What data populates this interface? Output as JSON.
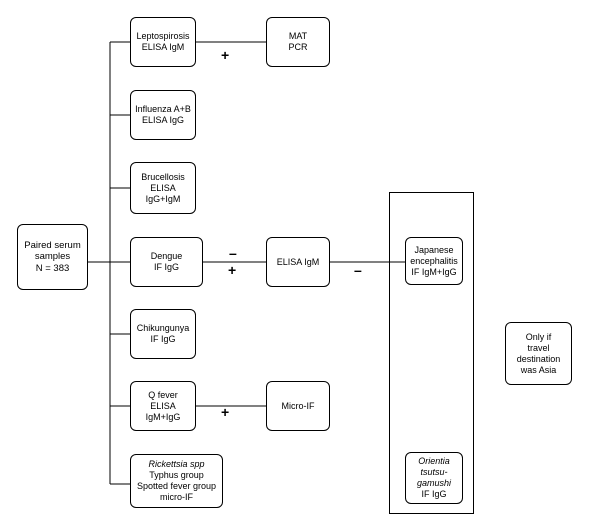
{
  "root": {
    "lines": [
      "Paired serum",
      "samples",
      "N = 383"
    ]
  },
  "tests": [
    {
      "id": "leptospirosis",
      "lines": [
        "Leptospirosis",
        "ELISA IgM"
      ]
    },
    {
      "id": "influenza",
      "lines": [
        "Influenza A+B",
        "ELISA IgG"
      ]
    },
    {
      "id": "brucellosis",
      "lines": [
        "Brucellosis",
        "ELISA",
        "IgG+IgM"
      ]
    },
    {
      "id": "dengue",
      "lines": [
        "Dengue",
        "IF IgG"
      ]
    },
    {
      "id": "chikungunya",
      "lines": [
        "Chikungunya",
        "IF IgG"
      ]
    },
    {
      "id": "q-fever",
      "lines": [
        "Q fever",
        "ELISA",
        "IgM+IgG"
      ]
    },
    {
      "id": "rickettsia",
      "lines": [
        "Rickettsia spp",
        "Typhus group",
        "Spotted fever group",
        "micro-IF"
      ]
    }
  ],
  "confirmations": {
    "leptospirosis": {
      "lines": [
        "MAT",
        "PCR"
      ],
      "sign": "+"
    },
    "dengue": {
      "lines": [
        "ELISA IgM"
      ],
      "sign_negative": "–",
      "sign_positive": "+"
    },
    "q_fever": {
      "lines": [
        "Micro-IF"
      ],
      "sign": "+"
    }
  },
  "after_dengue_elisa": {
    "sign": "–",
    "japanese_encephalitis": {
      "lines": [
        "Japanese",
        "encephalitis",
        "IF IgM+IgG"
      ]
    },
    "orientia": {
      "lines": [
        "Orientia",
        "tsutsu-",
        "gamushi",
        "IF IgG"
      ]
    }
  },
  "note": {
    "lines": [
      "Only if",
      "travel",
      "destination",
      "was Asia"
    ]
  }
}
